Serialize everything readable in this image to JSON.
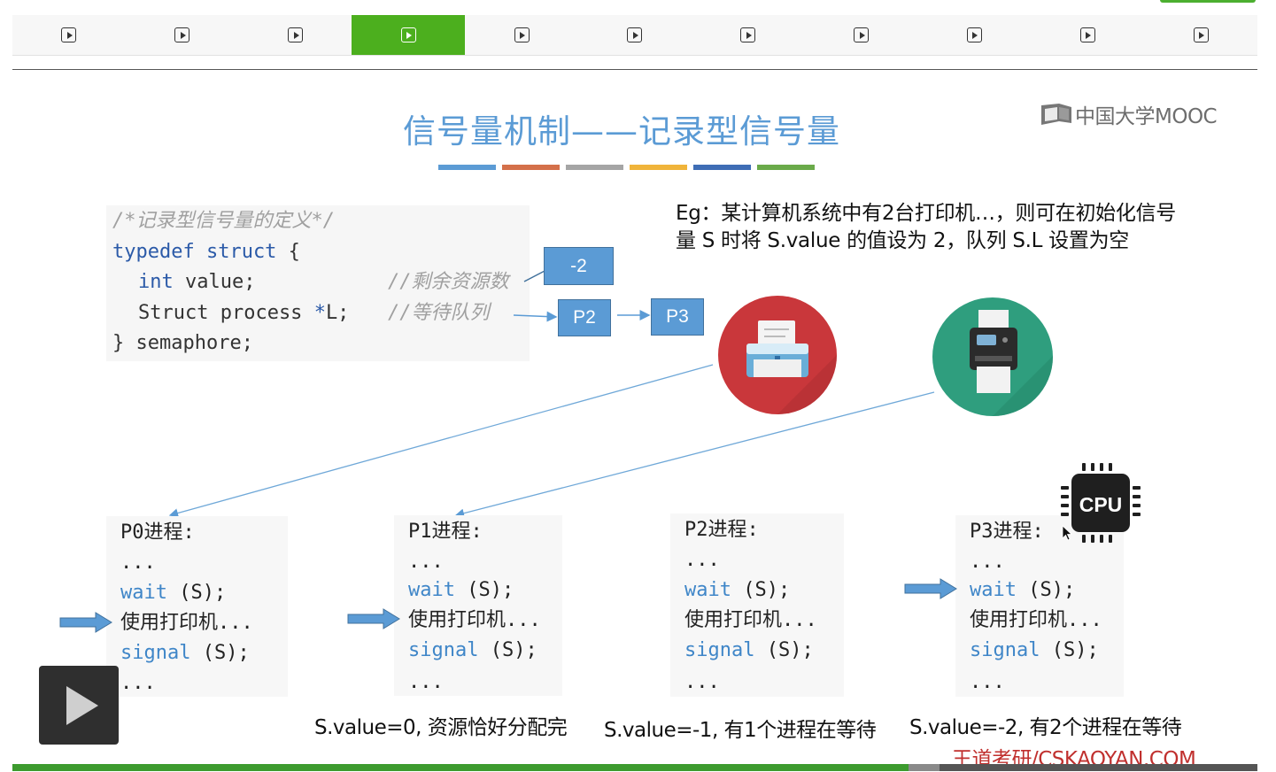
{
  "slide_nav": {
    "item_count": 11,
    "active_index": 3,
    "accent_color": "#4caf1e"
  },
  "slide": {
    "title": "信号量机制——记录型信号量",
    "title_color": "#5b9bd5",
    "stripe_colors": [
      "#5b9bd5",
      "#d4704a",
      "#a5a5a5",
      "#f0b43a",
      "#3e6db5",
      "#6aaa4a"
    ],
    "logo_text": "中国大学MOOC",
    "code": {
      "comment": "/*记录型信号量的定义*/",
      "line1_kw": "typedef struct",
      "line1_rest": " {",
      "line2_kw": "int",
      "line2_rest": " value;",
      "line2_comment": "//剩余资源数",
      "line3_text": "Struct process ",
      "line3_ptr": "*",
      "line3_rest": "L;",
      "line3_comment": "//等待队列",
      "line4": "} semaphore;"
    },
    "boxes": {
      "value_box": "-2",
      "queue_first": "P2",
      "queue_second": "P3"
    },
    "example_text": "Eg：某计算机系统中有2台打印机…，则可在初始化信号量 S 时将 S.value 的值设为 2，队列 S.L 设置为空",
    "processes": [
      {
        "name": "P0进程:",
        "dots1": "...",
        "wait_kw": "wait",
        "wait_arg": " (S);",
        "use": "使用打印机...",
        "signal_kw": "signal",
        "signal_arg": " (S);",
        "dots2": "..."
      },
      {
        "name": "P1进程:",
        "dots1": "...",
        "wait_kw": "wait",
        "wait_arg": " (S);",
        "use": "使用打印机...",
        "signal_kw": "signal",
        "signal_arg": " (S);",
        "dots2": "..."
      },
      {
        "name": "P2进程:",
        "dots1": "...",
        "wait_kw": "wait",
        "wait_arg": " (S);",
        "use": "使用打印机...",
        "signal_kw": "signal",
        "signal_arg": " (S);",
        "dots2": "..."
      },
      {
        "name": "P3进程:",
        "dots1": "...",
        "wait_kw": "wait",
        "wait_arg": " (S);",
        "use": "使用打印机...",
        "signal_kw": "signal",
        "signal_arg": " (S);",
        "dots2": "..."
      }
    ],
    "captions": {
      "c1": "S.value=0, 资源恰好分配完",
      "c2": "S.value=-1, 有1个进程在等待",
      "c3": "S.value=-2, 有2个进程在等待"
    },
    "cpu_label": "CPU",
    "watermark": "王道考研/CSKAOYAN.COM"
  },
  "player": {
    "progress_fraction": 0.72,
    "buffer_fraction": 0.745
  },
  "icons": {
    "nav": "play-icon",
    "printer1": "printer-icon",
    "printer2": "printer-icon",
    "cpu": "cpu-chip-icon",
    "overlay": "play-icon",
    "pointer": "cursor-icon"
  }
}
